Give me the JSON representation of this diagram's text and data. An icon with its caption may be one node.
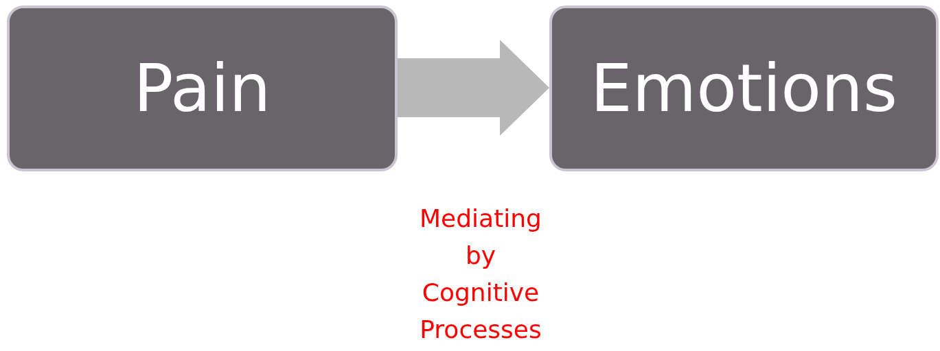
{
  "diagram": {
    "nodes": [
      {
        "text": [
          "Pain"
        ]
      },
      {
        "text": [
          "Emotions"
        ]
      }
    ],
    "edges": [
      {
        "from": 0,
        "to": 1,
        "arrow": "to"
      }
    ],
    "labels": [
      "Mediating by Cognitive Processes"
    ]
  }
}
